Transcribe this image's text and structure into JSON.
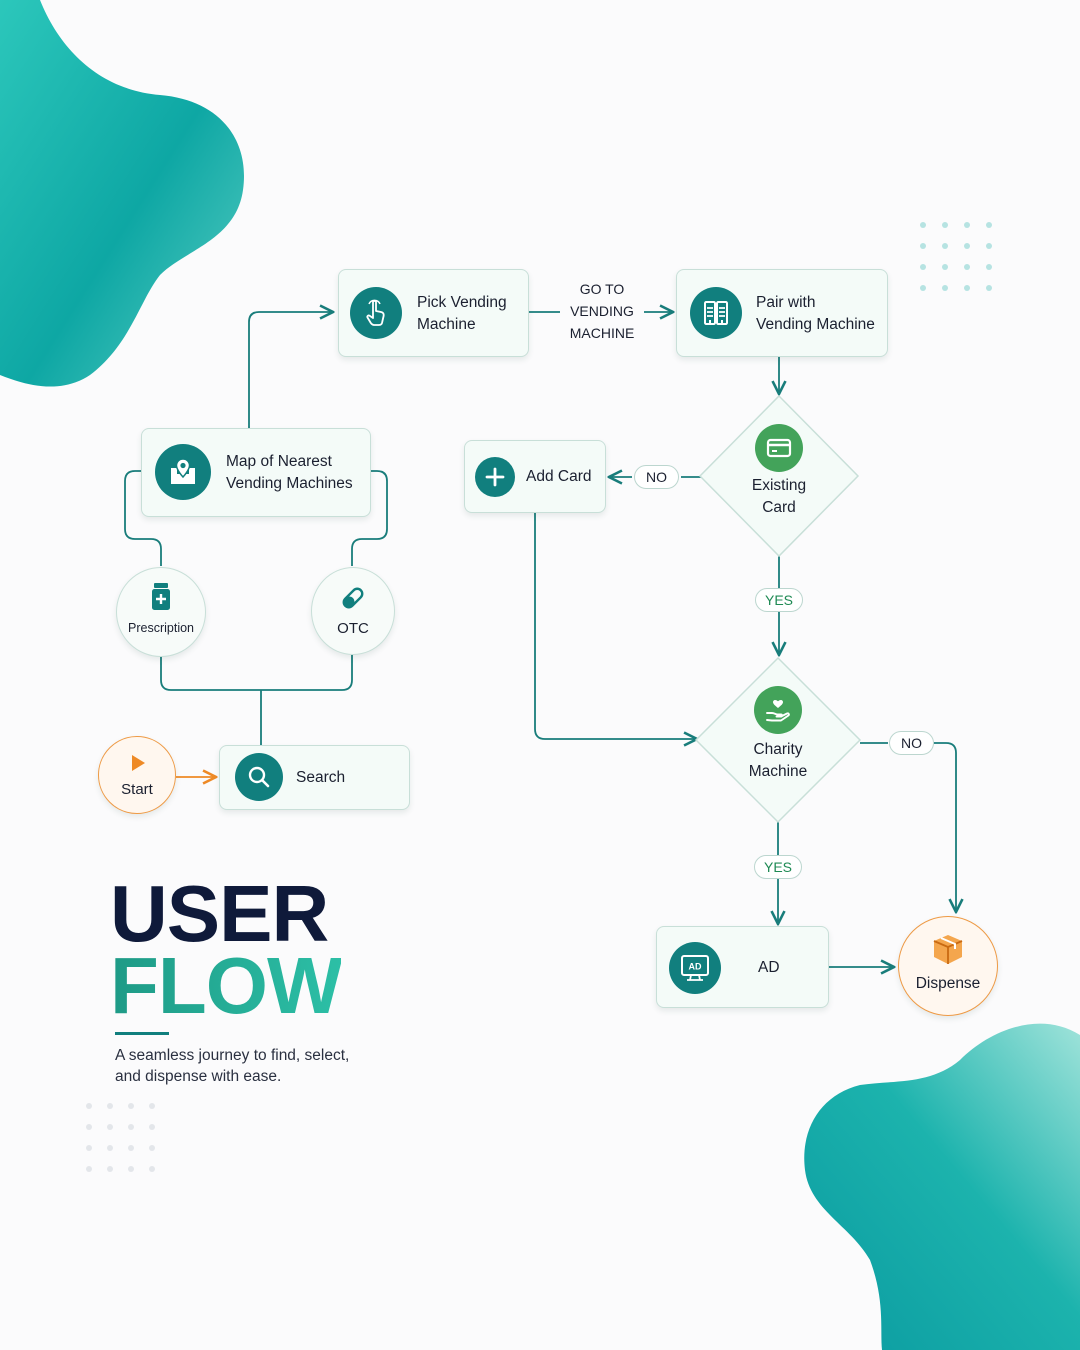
{
  "title": {
    "line1": "USER",
    "line2": "FLOW"
  },
  "subtitle": "A seamless journey to find, select,\nand dispense with ease.",
  "colors": {
    "teal": "#117f7e",
    "green": "#43a35a",
    "orange": "#ee8a26",
    "navy": "#0f1a3a",
    "connector": "#197d7b",
    "title_gradient": [
      "#1e9a86",
      "#2cbfa6"
    ]
  },
  "nodes": {
    "start": {
      "label": "Start",
      "icon": "play-icon"
    },
    "search": {
      "label": "Search",
      "icon": "search-icon"
    },
    "prescription": {
      "label": "Prescription",
      "icon": "medicine-bottle-icon"
    },
    "otc": {
      "label": "OTC",
      "icon": "pill-icon"
    },
    "map": {
      "label": "Map of Nearest\nVending Machines",
      "icon": "map-pin-icon"
    },
    "pick": {
      "label": "Pick Vending\nMachine",
      "icon": "tap-hand-icon"
    },
    "goto": {
      "label": "GO TO\nVENDING\nMACHINE"
    },
    "pair": {
      "label": "Pair with\nVending Machine",
      "icon": "vending-machine-icon"
    },
    "existing_card": {
      "label": "Existing\nCard",
      "icon": "credit-card-icon"
    },
    "add_card": {
      "label": "Add Card",
      "icon": "plus-icon"
    },
    "charity": {
      "label": "Charity\nMachine",
      "icon": "charity-hand-heart-icon"
    },
    "ad": {
      "label": "AD",
      "icon": "ad-screen-icon",
      "icon_text": "AD"
    },
    "dispense": {
      "label": "Dispense",
      "icon": "package-box-icon"
    }
  },
  "edge_labels": {
    "existing_no": "NO",
    "existing_yes": "YES",
    "charity_no": "NO",
    "charity_yes": "YES"
  }
}
